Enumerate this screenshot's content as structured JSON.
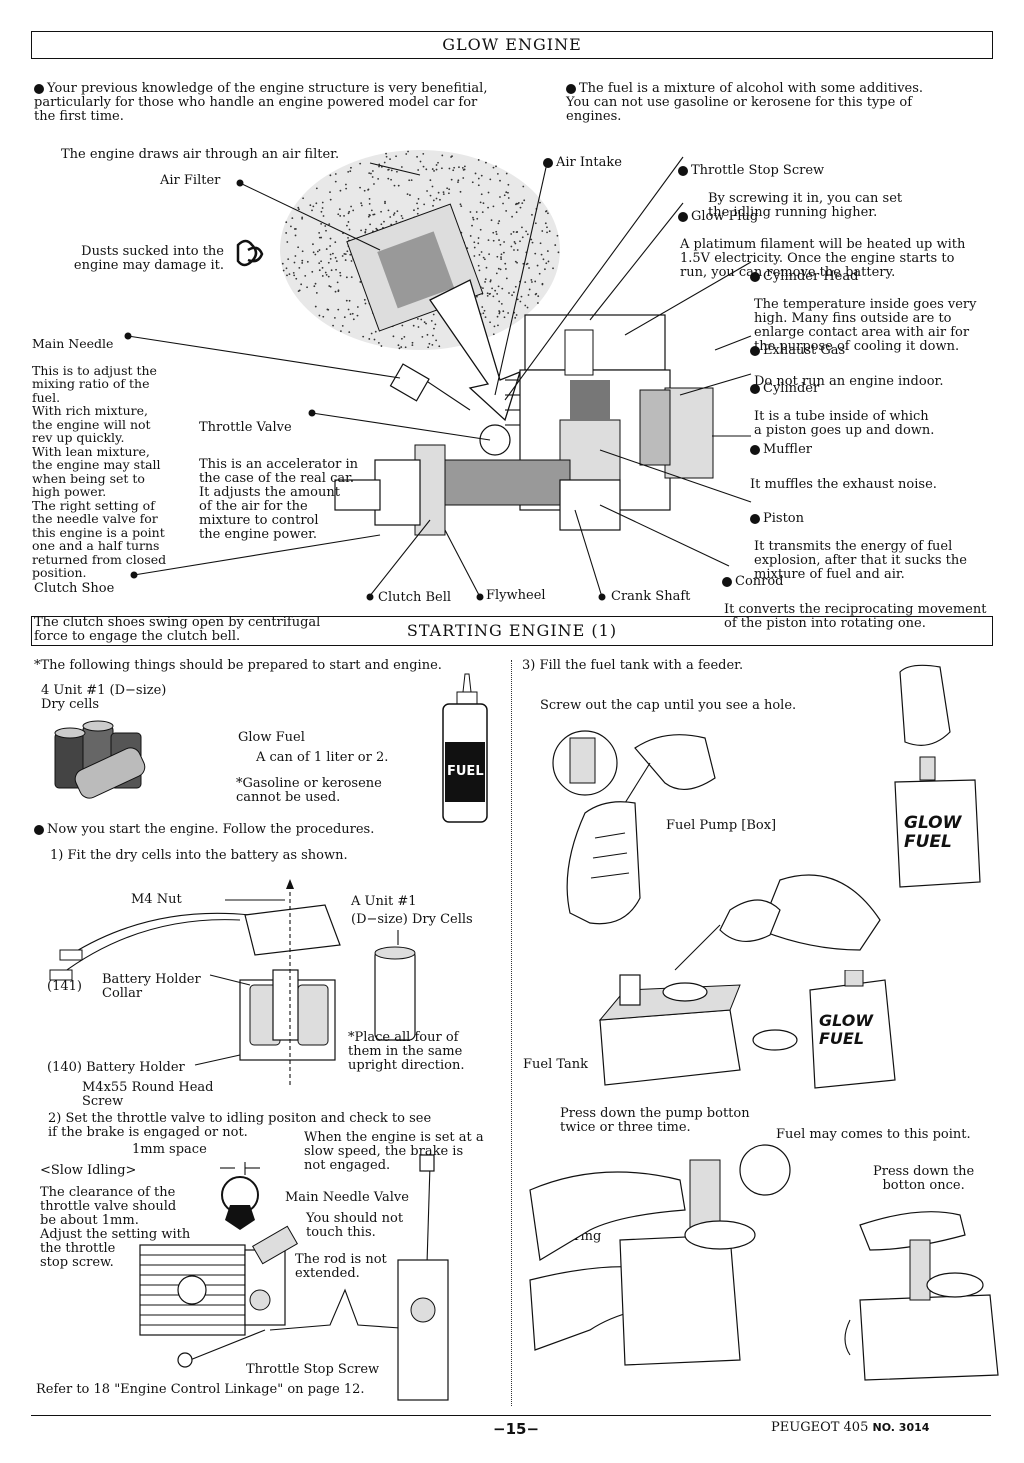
{
  "glow_engine": {
    "title": "GLOW ENGINE",
    "intro_left": "Your previous knowledge of the engine structure is very benefitial,\nparticularly for those who handle an engine powered model car for\nthe first time.",
    "intro_right": "The fuel is a mixture of alcohol with some additives.\nYou can not use gasoline or kerosene for this type of\nengines.",
    "air_note": "The engine draws air through an air filter.",
    "dust_note": "Dusts sucked into the\nengine may damage it.",
    "parts": {
      "air_filter": {
        "name": "Air Filter"
      },
      "air_intake": {
        "name": "Air Intake"
      },
      "throttle_stop_screw": {
        "name": "Throttle Stop Screw",
        "desc": "By screwing it in, you can set\nthe idling running higher."
      },
      "glow_plug": {
        "name": "Glow Plug",
        "desc": "A platimum filament will be heated up with\n1.5V electricity. Once the engine starts to\nrun, you can remove the battery."
      },
      "cylinder_head": {
        "name": "Cylinder Head",
        "desc": "The temperature inside goes very\nhigh. Many fins outside are to\nenlarge contact area with air for\nthe purpose of cooling it down."
      },
      "exhaust_gas": {
        "name": "Exhaust Gas",
        "desc": "Do not run an engine indoor."
      },
      "cylinder": {
        "name": "Cylinder",
        "desc": "It is a tube inside of which\na piston goes up and down."
      },
      "muffler": {
        "name": "Muffler",
        "desc": "It muffles the exhaust noise."
      },
      "piston": {
        "name": "Piston",
        "desc": "It transmits the energy of fuel\nexplosion, after that it sucks the\nmixture of fuel and air."
      },
      "conrod": {
        "name": "Conrod",
        "desc": "It converts the reciprocating movement\nof the piston into rotating one."
      },
      "main_needle": {
        "name": "Main Needle",
        "desc": "This is to adjust the\nmixing ratio of the\nfuel.\nWith rich mixture,\nthe engine will not\nrev up quickly.\nWith lean mixture,\nthe engine may stall\nwhen being set to\nhigh power.\nThe right setting of\nthe needle valve for\nthis engine is a point\none and a half turns\nreturned from closed\nposition."
      },
      "throttle_valve": {
        "name": "Throttle Valve",
        "desc": "This is an accelerator in\nthe case of the real car.\nIt adjusts the amount\nof the air for the\nmixture to control\nthe engine power."
      },
      "clutch_shoe": {
        "name": "Clutch Shoe",
        "desc": "The clutch shoes swing open by centrifugal\nforce to engage the clutch bell."
      },
      "clutch_bell": {
        "name": "Clutch Bell"
      },
      "flywheel": {
        "name": "Flywheel"
      },
      "crank_shaft": {
        "name": "Crank Shaft"
      }
    }
  },
  "starting_engine": {
    "title": "STARTING ENGINE  (1)",
    "prepare": "*The following things should be prepared to start and engine.",
    "cells_label": "4 Unit  #1 (D−size)\nDry cells",
    "glow_fuel_title": "Glow Fuel",
    "glow_fuel_amount": "A can of 1 liter or 2.",
    "glow_fuel_warning": "*Gasoline or kerosene\n  cannot be used.",
    "fuel_can_label": "FUEL",
    "now_start": "Now you start the engine. Follow the procedures.",
    "step1": "1) Fit the dry cells into the battery as shown.",
    "m4_nut": "M4 Nut",
    "unit_cells": "A Unit  #1\n(D−size)  Dry Cells",
    "battery_holder_collar": "Battery Holder\nCollar",
    "part_141": "(141)",
    "place_all": "*Place all four of\n  them in the same\n  upright direction.",
    "battery_holder": "(140) Battery Holder",
    "round_head_screw": "M4x55 Round Head\nScrew",
    "step2": "2) Set the throttle valve to idling positon and check to see\n    if the brake is engaged or not.",
    "space_1mm": "1mm space",
    "slow_idling": "<Slow Idling>",
    "clearance": "The clearance of the\nthrottle valve should\nbe about 1mm.\nAdjust the setting with\nthe throttle\nstop screw.",
    "slow_speed": "When the engine is set at a\nslow speed, the       brake is\nnot engaged.",
    "main_needle_valve": "Main Needle Valve",
    "not_touch": "You should not\ntouch this.",
    "rod_not_extended": "The rod is not\nextended.",
    "throttle_stop_screw": "Throttle Stop Screw",
    "refer": "Refer to 18 \"Engine Control Linkage\"  on page 12.",
    "step3": "3) Fill the fuel tank with a feeder.",
    "screw_out": "Screw out the cap until you see a hole.",
    "fuel_pump": "Fuel Pump [Box]",
    "glow_fuel_can": "GLOW\nFUEL",
    "fuel_tank": "Fuel Tank",
    "press_pump": "Press down the pump botton\ntwice or three time.",
    "fuel_may_come": "Fuel may comes to this point.",
    "press_once": "Press down the\nbotton once.",
    "spring": "Spring"
  },
  "footer": {
    "page_number": "−15−",
    "model": "PEUGEOT  405",
    "number": "NO. 3014"
  }
}
